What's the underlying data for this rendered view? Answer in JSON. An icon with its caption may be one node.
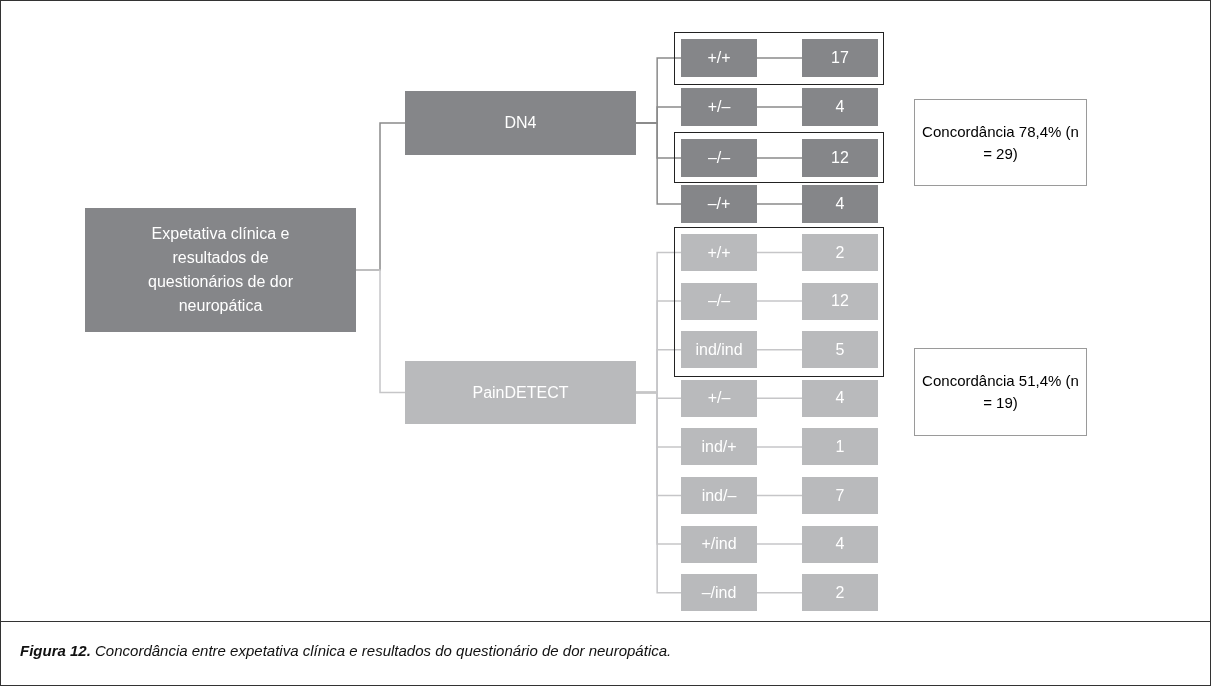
{
  "diagram": {
    "caption": "**Figura 12.** Concordância entre expetativa clínica e resultados do questionário de dor neuropática.",
    "nodes": [
      {
        "text": [
          "Expetativa clínica e resultados de questionários de dor neuropática"
        ]
      },
      {
        "text": [
          "DN4"
        ]
      },
      {
        "text": [],
        "shape": "box"
      },
      {
        "text": [
          "+/+"
        ],
        "in": 2
      },
      {
        "text": [
          "17"
        ],
        "in": 2
      },
      {
        "text": [
          "+/–"
        ]
      },
      {
        "text": [
          "4"
        ]
      },
      {
        "text": [],
        "shape": "box"
      },
      {
        "text": [
          "–/–"
        ],
        "in": 7
      },
      {
        "text": [
          "12"
        ],
        "in": 7
      },
      {
        "text": [
          "–/+"
        ]
      },
      {
        "text": [
          "4"
        ]
      },
      {
        "text": [
          "Concordância 78,4% (n = 29)"
        ]
      },
      {
        "text": [
          "PainDETECT"
        ]
      },
      {
        "text": [],
        "shape": "box"
      },
      {
        "text": [
          "+/+"
        ],
        "in": 14
      },
      {
        "text": [
          "2"
        ],
        "in": 14
      },
      {
        "text": [
          "–/–"
        ],
        "in": 14
      },
      {
        "text": [
          "12"
        ],
        "in": 14
      },
      {
        "text": [
          "ind/ind"
        ],
        "in": 14
      },
      {
        "text": [
          "5"
        ],
        "in": 14
      },
      {
        "text": [
          "+/–"
        ]
      },
      {
        "text": [
          "4"
        ]
      },
      {
        "text": [
          "ind/+"
        ]
      },
      {
        "text": [
          "1"
        ]
      },
      {
        "text": [
          "ind/–"
        ]
      },
      {
        "text": [
          "7"
        ]
      },
      {
        "text": [
          "+/ind"
        ]
      },
      {
        "text": [
          "4"
        ]
      },
      {
        "text": [
          "–/ind"
        ]
      },
      {
        "text": [
          "2"
        ]
      },
      {
        "text": [
          "Concordância 51,4% (n = 19)"
        ]
      }
    ],
    "edges": [
      {
        "from": 0,
        "to": 1,
        "arrow": "none",
        "color": "#8a8a8a"
      },
      {
        "from": 0,
        "to": 13,
        "arrow": "none"
      },
      {
        "from": 1,
        "to": 3,
        "arrow": "none",
        "color": "#8a8a8a"
      },
      {
        "from": 1,
        "to": 5,
        "arrow": "none",
        "color": "#8a8a8a"
      },
      {
        "from": 1,
        "to": 8,
        "arrow": "none",
        "color": "#8a8a8a"
      },
      {
        "from": 1,
        "to": 10,
        "arrow": "none",
        "color": "#8a8a8a"
      },
      {
        "from": 3,
        "to": 4,
        "arrow": "none",
        "color": "#8a8a8a"
      },
      {
        "from": 5,
        "to": 6,
        "arrow": "none",
        "color": "#8a8a8a"
      },
      {
        "from": 8,
        "to": 9,
        "arrow": "none",
        "color": "#8a8a8a"
      },
      {
        "from": 10,
        "to": 11,
        "arrow": "none",
        "color": "#8a8a8a"
      },
      {
        "from": 13,
        "to": 15,
        "arrow": "none"
      },
      {
        "from": 13,
        "to": 17,
        "arrow": "none"
      },
      {
        "from": 13,
        "to": 19,
        "arrow": "none"
      },
      {
        "from": 13,
        "to": 21,
        "arrow": "none"
      },
      {
        "from": 13,
        "to": 23,
        "arrow": "none"
      },
      {
        "from": 13,
        "to": 25,
        "arrow": "none"
      },
      {
        "from": 13,
        "to": 27,
        "arrow": "none"
      },
      {
        "from": 13,
        "to": 29,
        "arrow": "none"
      },
      {
        "from": 15,
        "to": 16,
        "arrow": "none"
      },
      {
        "from": 17,
        "to": 18,
        "arrow": "none"
      },
      {
        "from": 19,
        "to": 20,
        "arrow": "none"
      },
      {
        "from": 21,
        "to": 22,
        "arrow": "none"
      },
      {
        "from": 23,
        "to": 24,
        "arrow": "none"
      },
      {
        "from": 25,
        "to": 26,
        "arrow": "none"
      },
      {
        "from": 27,
        "to": 28,
        "arrow": "none"
      },
      {
        "from": 29,
        "to": 30,
        "arrow": "none"
      }
    ]
  }
}
